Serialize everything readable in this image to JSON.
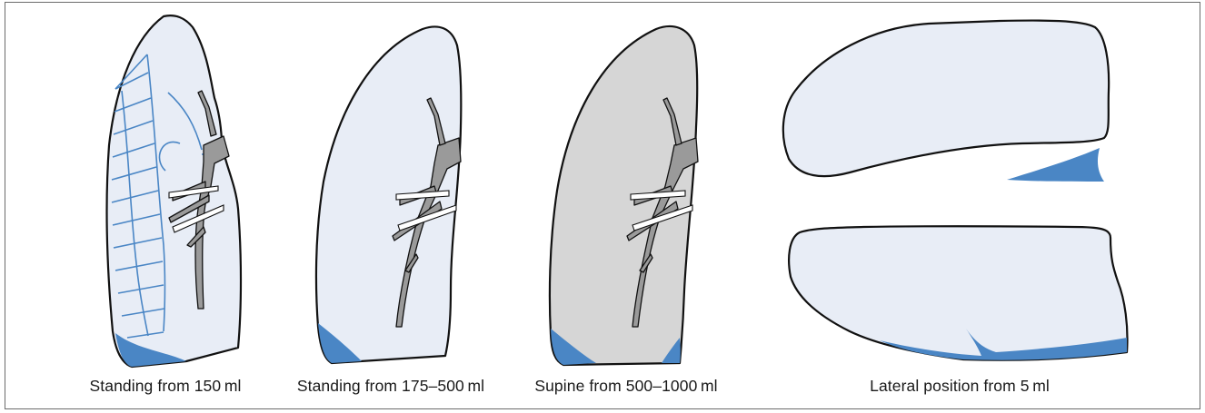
{
  "colors": {
    "lung_fill": "#e8edf6",
    "lung_supine_fill": "#d6d6d6",
    "fluid": "#4a86c5",
    "outline": "#111111",
    "vessel": "#9a9a9a",
    "frame": "#6b6b6b"
  },
  "panels": [
    {
      "caption": "Standing from 150 ml"
    },
    {
      "caption": "Standing from 175–500 ml"
    },
    {
      "caption": "Supine from 500–1000 ml"
    },
    {
      "caption": "Lateral position from 5 ml"
    }
  ]
}
